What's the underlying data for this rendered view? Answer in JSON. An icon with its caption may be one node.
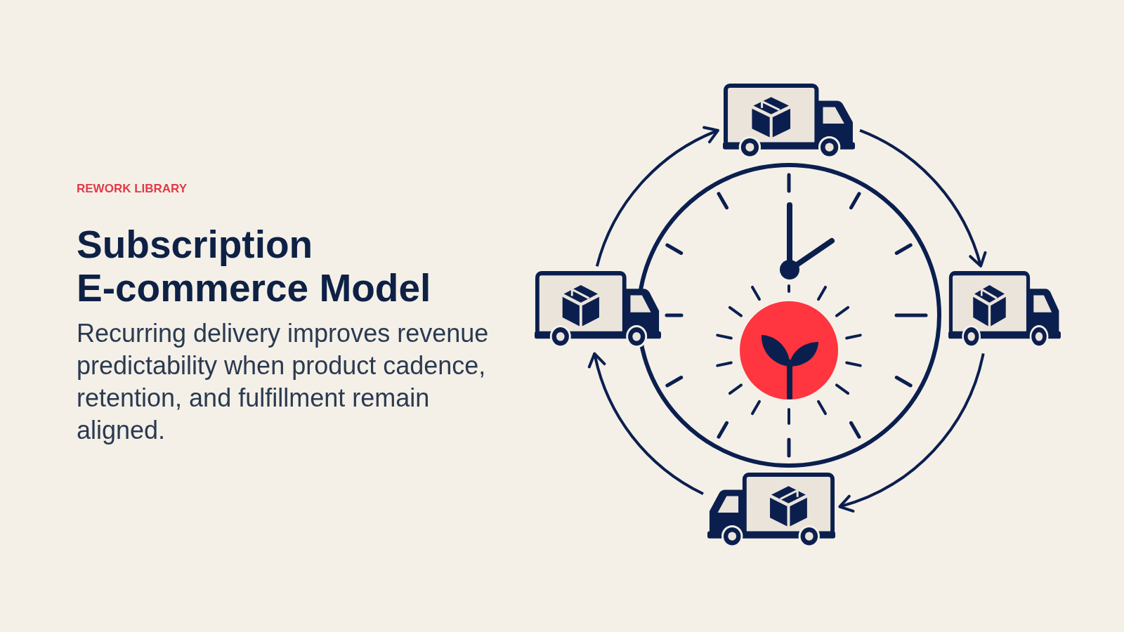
{
  "diagram": {
    "title": "Subscription E-commerce Model",
    "nodes": [
      {
        "text": [],
        "shape": "truck"
      },
      {
        "text": [],
        "shape": "truck"
      },
      {
        "text": [],
        "shape": "truck"
      },
      {
        "text": [],
        "shape": "truck"
      }
    ],
    "edges": [
      {
        "from": 1,
        "to": 0,
        "arrow": "to"
      },
      {
        "from": 0,
        "to": 2,
        "arrow": "to"
      },
      {
        "from": 2,
        "to": 3,
        "arrow": "to"
      },
      {
        "from": 3,
        "to": 1,
        "arrow": "to"
      }
    ],
    "labels": [
      "REWORK LIBRARY",
      "Recurring delivery improves revenue predictability when product cadence, retention, and fulfillment remain aligned."
    ]
  }
}
